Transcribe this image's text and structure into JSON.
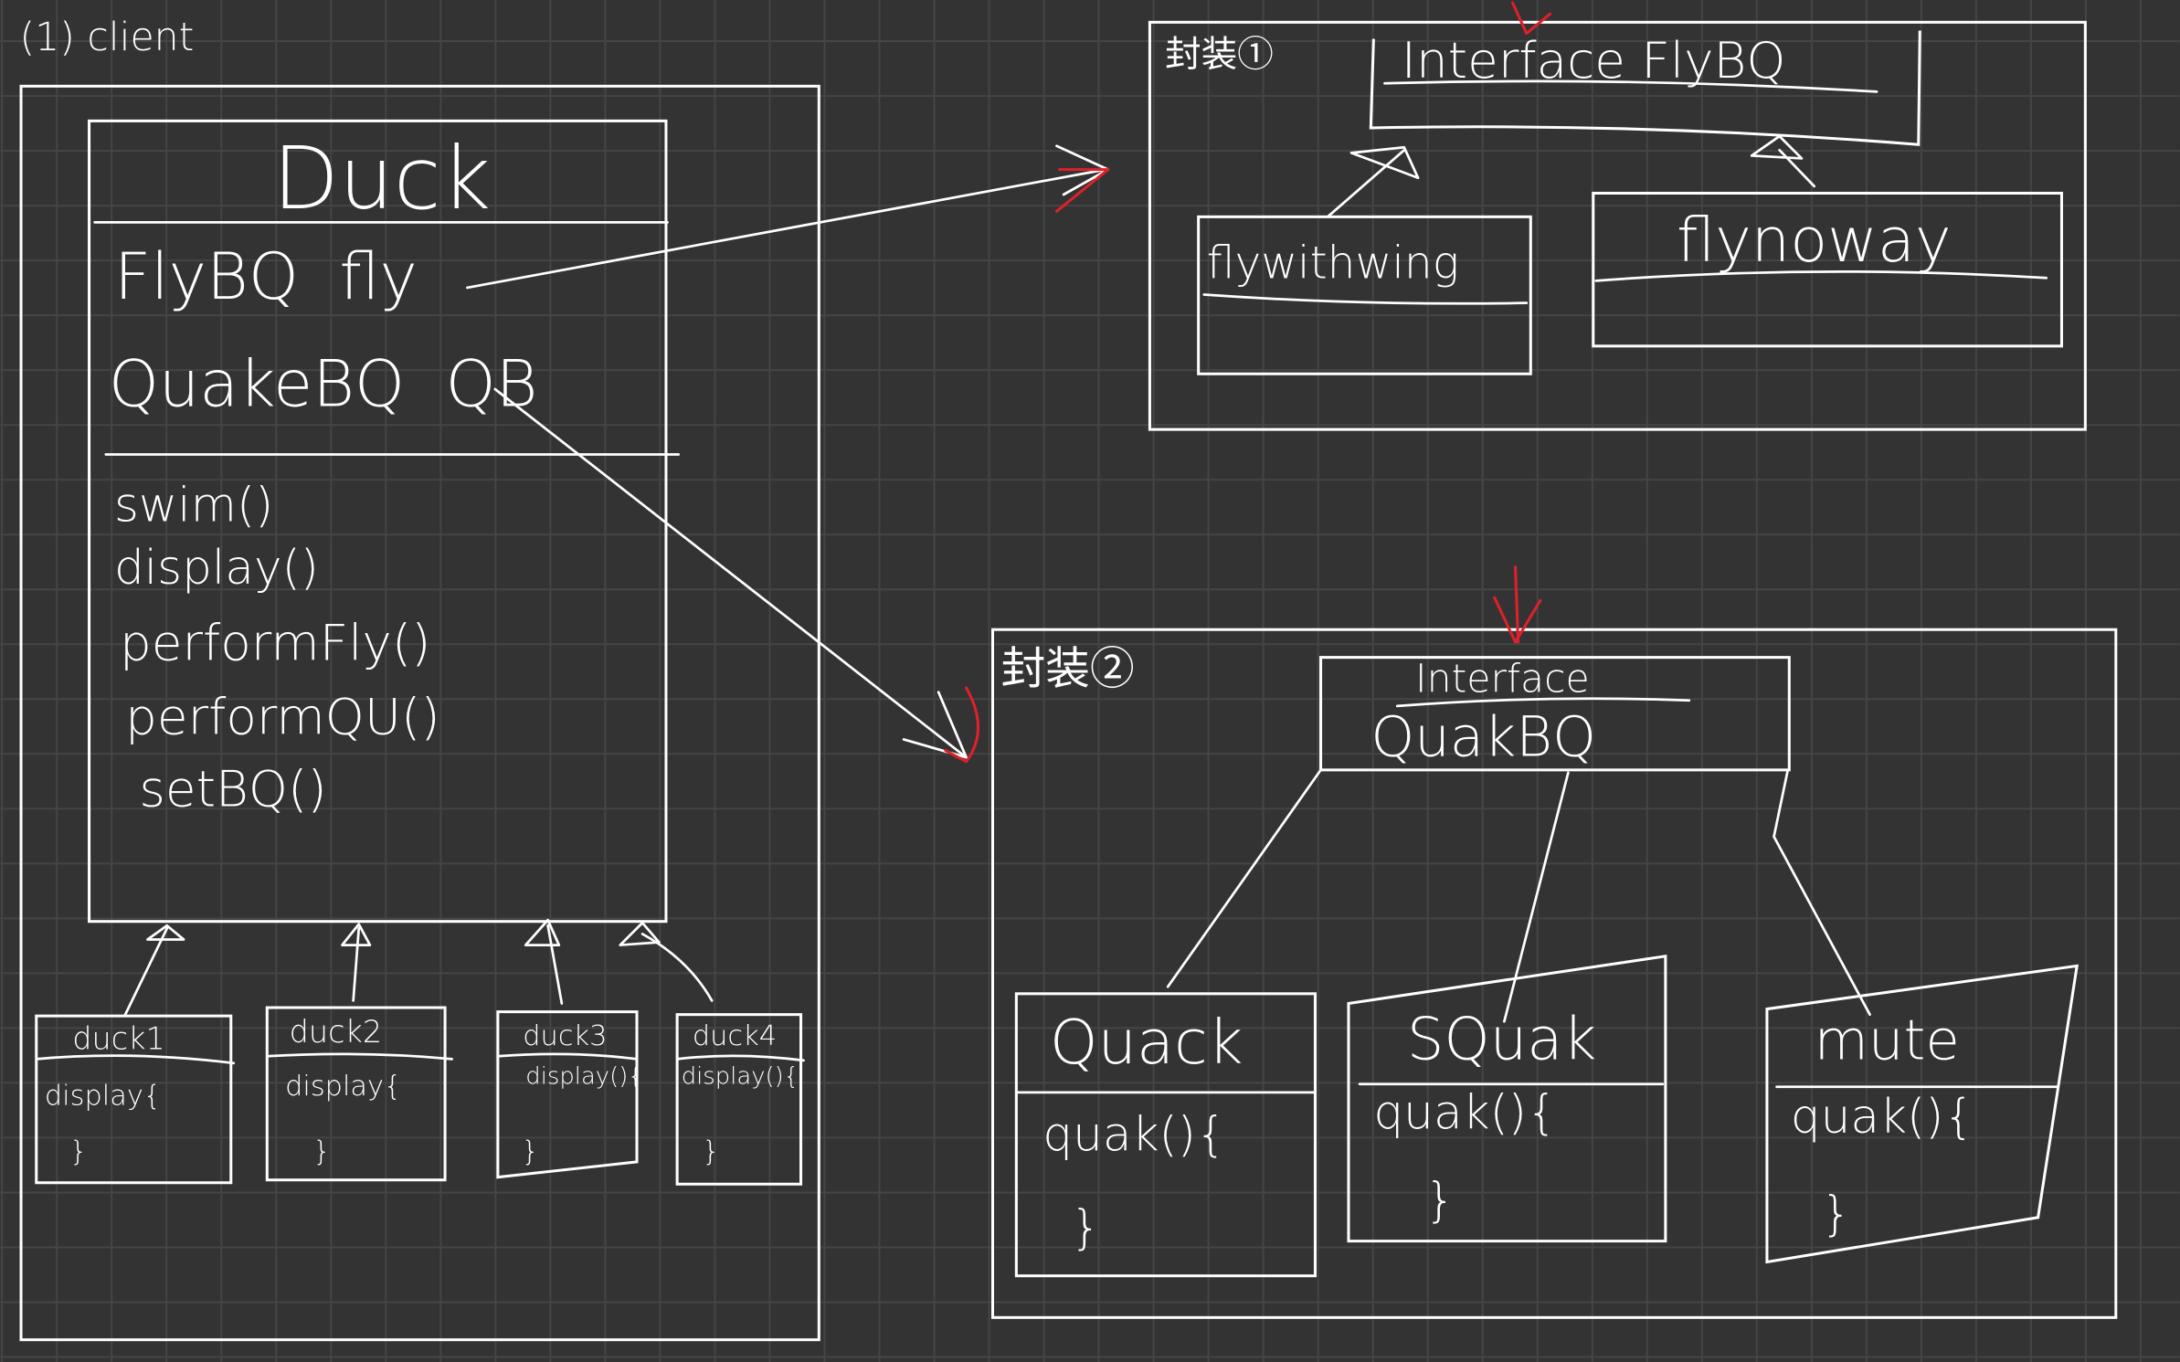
{
  "canvas_title": "(1) client",
  "duck": {
    "name": "Duck",
    "fields": [
      "FlyBQ  fly",
      "QuakeBQ  QB"
    ],
    "methods": [
      "swim()",
      "display()",
      "performFly()",
      "performQU()",
      "setBQ()"
    ]
  },
  "subclasses": [
    {
      "name": "duck1",
      "method": "display{",
      "close": "}"
    },
    {
      "name": "duck2",
      "method": "display{",
      "close": "}"
    },
    {
      "name": "duck3",
      "method": "display(){",
      "close": "}"
    },
    {
      "name": "duck4",
      "method": "display(){",
      "close": "}"
    }
  ],
  "encapsulation1": {
    "label": "封装①",
    "interface": "Interface FlyBQ",
    "impls": [
      "flywithwing",
      "flynoway"
    ]
  },
  "encapsulation2": {
    "label": "封装②",
    "interface_keyword": "Interface",
    "interface_name": "QuakBQ",
    "impls": [
      {
        "name": "Quack",
        "method": "quak(){",
        "close": "}"
      },
      {
        "name": "SQuak",
        "method": "quak(){",
        "close": "}"
      },
      {
        "name": "mute",
        "method": "quak(){",
        "close": "}"
      }
    ]
  },
  "colors": {
    "background": "#333333",
    "grid": "#454545",
    "ink": "#ffffff",
    "annotation": "#e0202a"
  }
}
